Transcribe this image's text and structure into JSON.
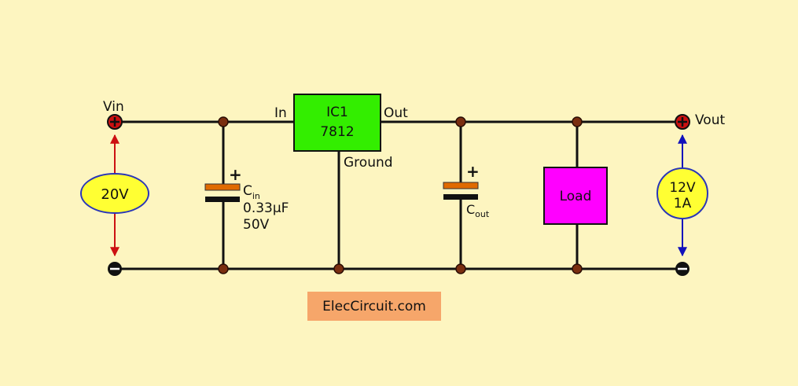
{
  "colors": {
    "background": "#fdf5c0",
    "ic_body": "#33ee00",
    "load_body": "#ff00ff",
    "meter_fill": "#ffff33",
    "cap_positive_plate": "#e06a00",
    "vin_arrow": "#cc1111",
    "vout_arrow": "#1111bb",
    "watermark_bg": "#f6a66a",
    "terminal_positive": "#cc1111",
    "node": "#7a2e10"
  },
  "input": {
    "label": "Vin",
    "voltage": "20V"
  },
  "output": {
    "label": "Vout",
    "voltage": "12V",
    "current": "1A"
  },
  "regulator": {
    "name": "IC1",
    "part": "7812",
    "pin_in": "In",
    "pin_out": "Out",
    "pin_ground": "Ground"
  },
  "cap_in": {
    "symbol": "C",
    "subscript": "in",
    "value": "0.33µF",
    "rating": "50V",
    "polarity": "+"
  },
  "cap_out": {
    "symbol": "C",
    "subscript": "out",
    "polarity": "+"
  },
  "load": {
    "label": "Load"
  },
  "watermark": "ElecCircuit.com"
}
